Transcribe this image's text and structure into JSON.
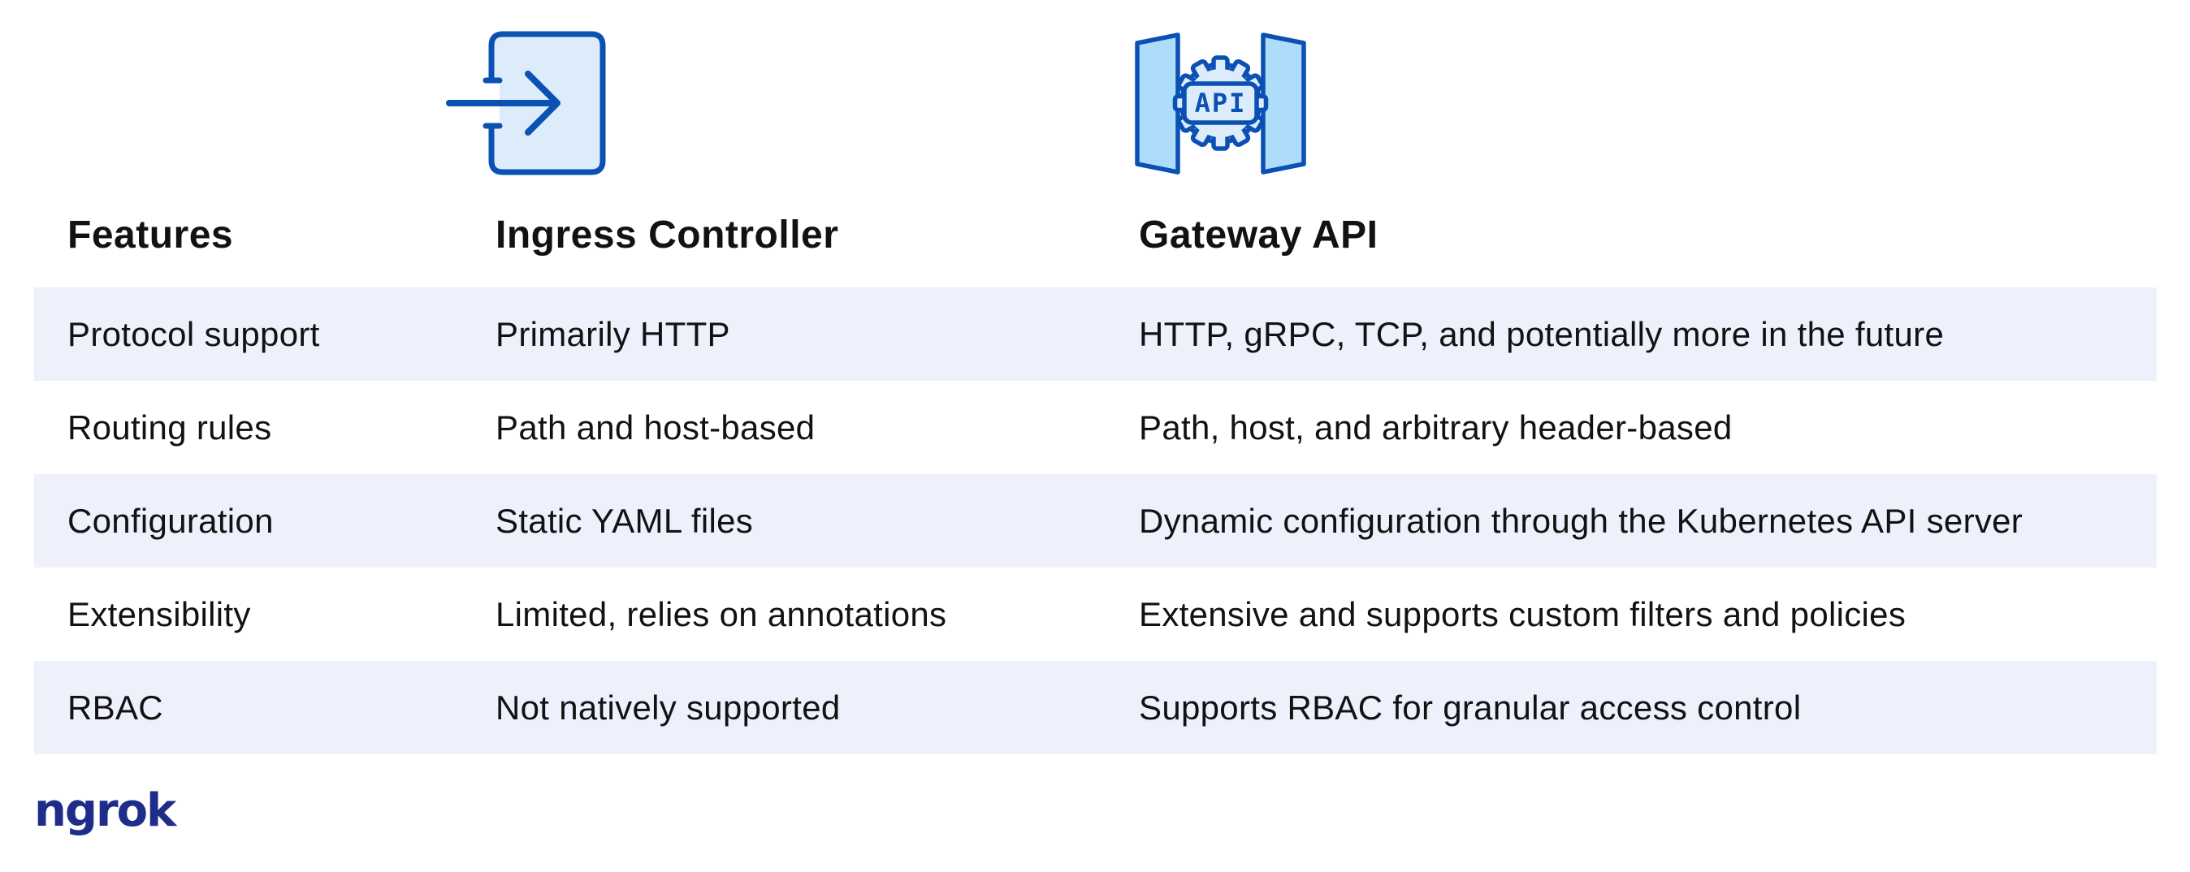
{
  "header": {
    "columns": [
      {
        "label": "Features"
      },
      {
        "label": "Ingress Controller"
      },
      {
        "label": "Gateway API"
      }
    ]
  },
  "icons": {
    "ingress": "ingress-arrow-into-box",
    "gateway": "gear-with-api-badge-between-panels",
    "gateway_badge_text": "API"
  },
  "table": {
    "rows": [
      {
        "feature": "Protocol support",
        "ingress": "Primarily HTTP",
        "gateway": "HTTP, gRPC, TCP, and potentially more in the future"
      },
      {
        "feature": "Routing rules",
        "ingress": "Path and host-based",
        "gateway": "Path, host, and arbitrary header-based"
      },
      {
        "feature": "Configuration",
        "ingress": "Static YAML files",
        "gateway": "Dynamic configuration through the Kubernetes API server"
      },
      {
        "feature": "Extensibility",
        "ingress": "Limited, relies on annotations",
        "gateway": "Extensive and supports custom filters and policies"
      },
      {
        "feature": "RBAC",
        "ingress": "Not natively supported",
        "gateway": "Supports RBAC for granular access control"
      }
    ]
  },
  "footer": {
    "logo_text": "ngrok"
  },
  "colors": {
    "row_highlight": "#eef0fc",
    "icon_stroke": "#0b51b3",
    "icon_fill_light": "#dcecfb",
    "icon_fill_medium": "#aeddfc",
    "text": "#121212",
    "logo_navy": "#1f2d8a",
    "background": "#ffffff"
  }
}
